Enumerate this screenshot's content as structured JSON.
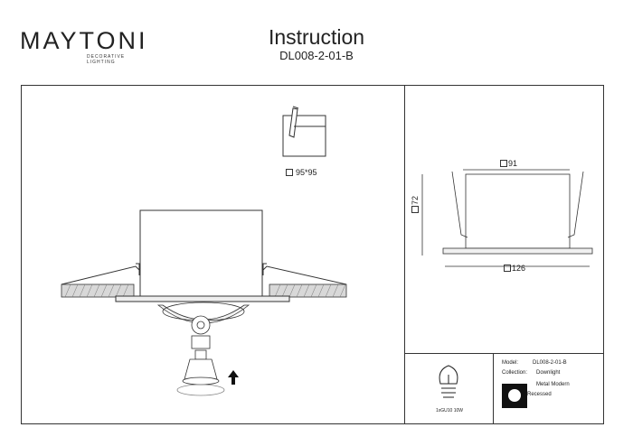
{
  "brand": {
    "name": "MAYTONI",
    "tagline": "DECORATIVE LIGHTING"
  },
  "header": {
    "title": "Instruction",
    "subtitle": "DL008-2-01-B"
  },
  "install": {
    "cutout": "95*95"
  },
  "dimensions": {
    "width": "91",
    "height": "72",
    "outer": "126"
  },
  "lamp": {
    "label": "1xGU10 10W"
  },
  "specs": {
    "model_label": "Model:",
    "model_value": "DL008-2-01-B",
    "collection_label": "Collection:",
    "collection_value": "Downlight",
    "style_value": "Metal Modern",
    "type_value": "Recessed"
  }
}
